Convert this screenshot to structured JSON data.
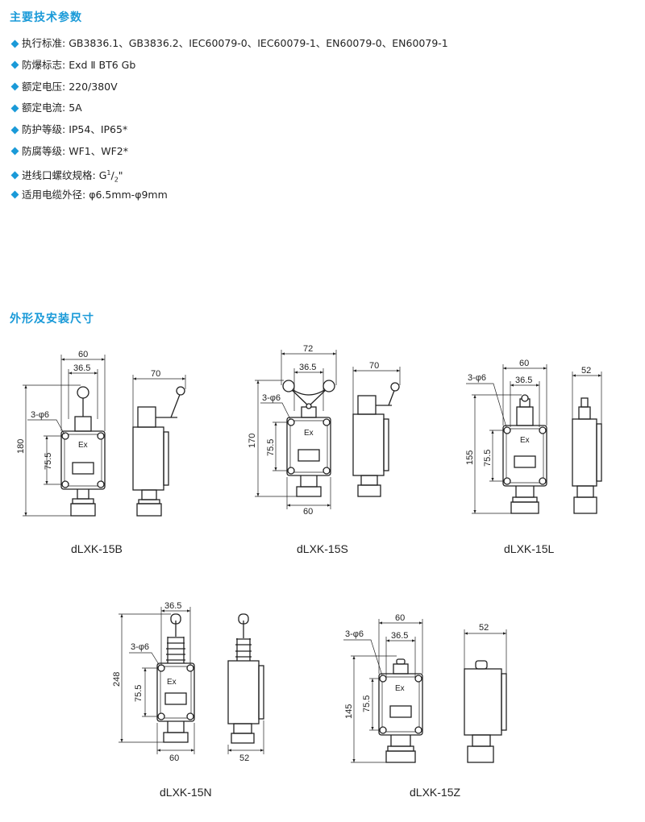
{
  "sections": {
    "specs_title": "主要技术参数",
    "dims_title": "外形及安装尺寸"
  },
  "specs": [
    {
      "label": "执行标准:",
      "value": "GB3836.1、GB3836.2、IEC60079-0、IEC60079-1、EN60079-0、EN60079-1"
    },
    {
      "label": "防爆标志:",
      "value": "Exd Ⅱ BT6 Gb"
    },
    {
      "label": "额定电压:",
      "value": "220/380V"
    },
    {
      "label": "额定电流:",
      "value": "5A"
    },
    {
      "label": "防护等级:",
      "value": "IP54、IP65*"
    },
    {
      "label": "防腐等级:",
      "value": "WF1、WF2*"
    },
    {
      "label": "进线口螺纹规格:",
      "value_main": "G",
      "sup": "1",
      "slash": "/",
      "sub": "2",
      "tail": "\""
    },
    {
      "label": "适用电缆外径:",
      "value": "φ6.5mm-φ9mm"
    }
  ],
  "models": [
    {
      "name": "dLXK-15B",
      "dims": [
        "60",
        "36.5",
        "3-φ6",
        "180",
        "75.5",
        "70"
      ]
    },
    {
      "name": "dLXK-15S",
      "dims": [
        "72",
        "36.5",
        "3-φ6",
        "170",
        "75.5",
        "60",
        "70"
      ]
    },
    {
      "name": "dLXK-15L",
      "dims": [
        "60",
        "3-φ6",
        "36.5",
        "155",
        "75.5",
        "52"
      ]
    },
    {
      "name": "dLXK-15N",
      "dims": [
        "36.5",
        "3-φ6",
        "248",
        "75.5",
        "60",
        "52"
      ]
    },
    {
      "name": "dLXK-15Z",
      "dims": [
        "60",
        "3-φ6",
        "36.5",
        "145",
        "75.5",
        "52"
      ]
    }
  ],
  "ex_mark": "Ex",
  "colors": {
    "accent": "#1a9ad8",
    "line": "#222222"
  }
}
